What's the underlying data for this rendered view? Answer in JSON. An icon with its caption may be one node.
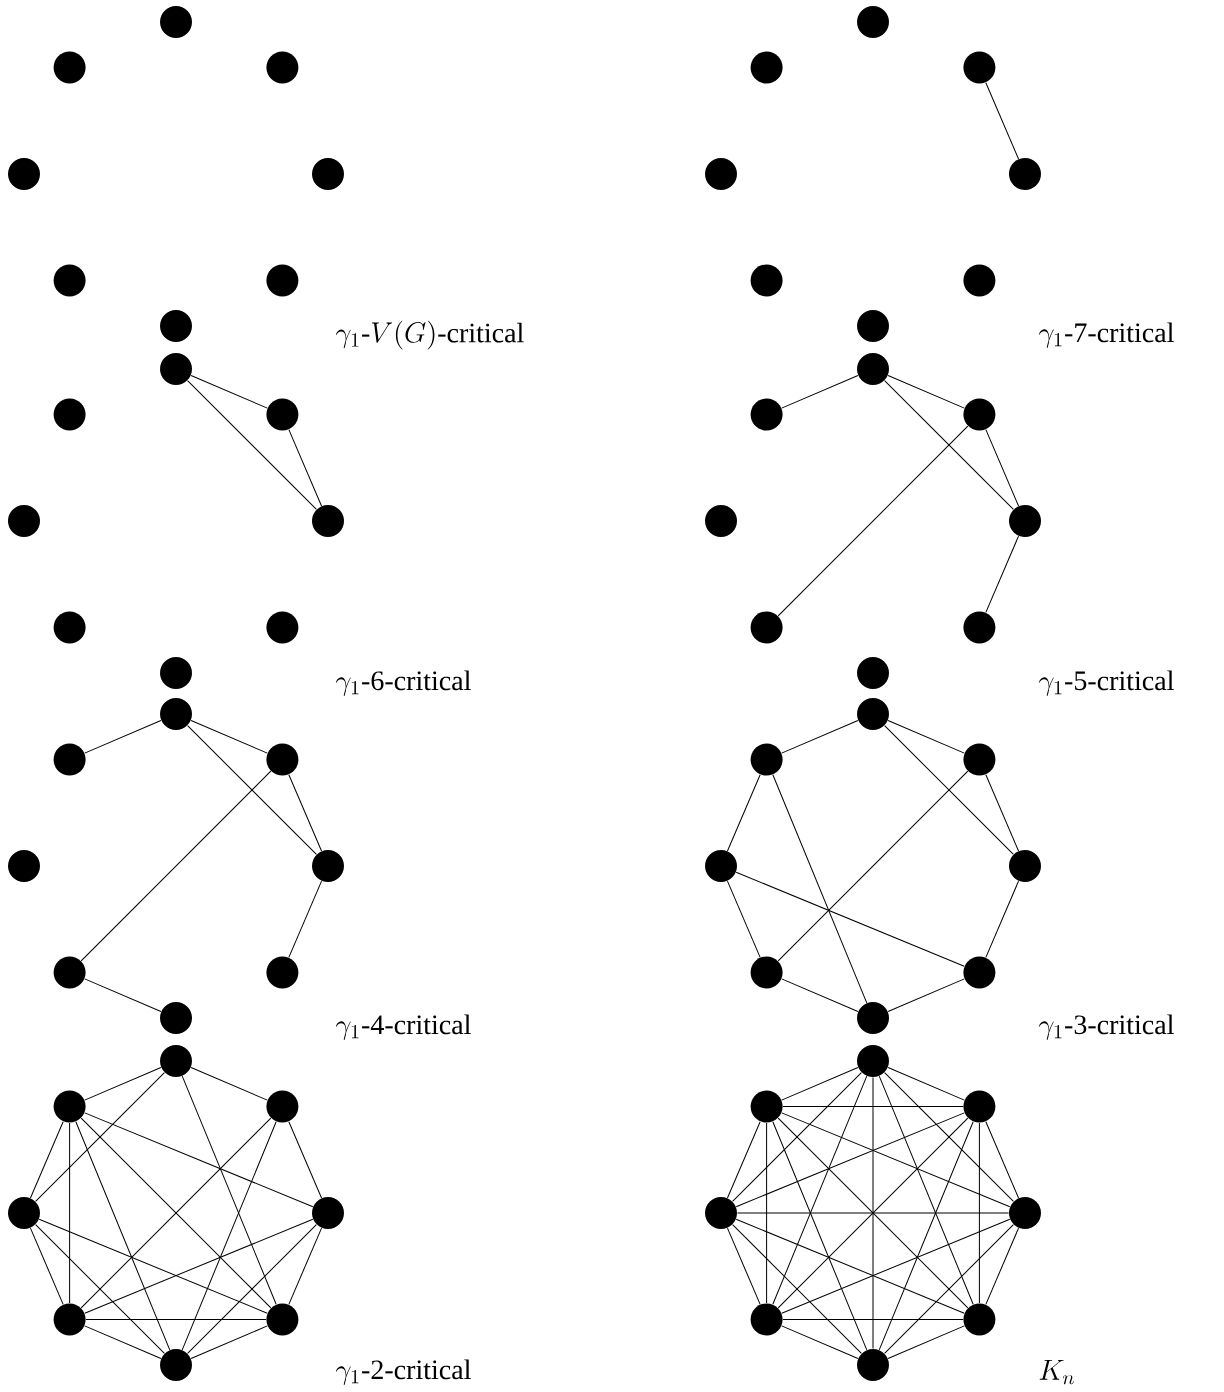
{
  "diagram": {
    "nodes": [
      {
        "text": [],
        "shape": "circle"
      },
      {
        "text": [],
        "shape": "circle"
      },
      {
        "text": [],
        "shape": "circle"
      },
      {
        "text": [],
        "shape": "circle"
      },
      {
        "text": [],
        "shape": "circle"
      },
      {
        "text": [],
        "shape": "circle"
      },
      {
        "text": [],
        "shape": "circle"
      },
      {
        "text": [],
        "shape": "circle"
      },
      {
        "text": [],
        "shape": "circle"
      },
      {
        "text": [],
        "shape": "circle"
      },
      {
        "text": [],
        "shape": "circle"
      },
      {
        "text": [],
        "shape": "circle"
      },
      {
        "text": [],
        "shape": "circle"
      },
      {
        "text": [],
        "shape": "circle"
      },
      {
        "text": [],
        "shape": "circle"
      },
      {
        "text": [],
        "shape": "circle"
      },
      {
        "text": [],
        "shape": "circle"
      },
      {
        "text": [],
        "shape": "circle"
      },
      {
        "text": [],
        "shape": "circle"
      },
      {
        "text": [],
        "shape": "circle"
      },
      {
        "text": [],
        "shape": "circle"
      },
      {
        "text": [],
        "shape": "circle"
      },
      {
        "text": [],
        "shape": "circle"
      },
      {
        "text": [],
        "shape": "circle"
      },
      {
        "text": [],
        "shape": "circle"
      },
      {
        "text": [],
        "shape": "circle"
      },
      {
        "text": [],
        "shape": "circle"
      },
      {
        "text": [],
        "shape": "circle"
      },
      {
        "text": [],
        "shape": "circle"
      },
      {
        "text": [],
        "shape": "circle"
      },
      {
        "text": [],
        "shape": "circle"
      },
      {
        "text": [],
        "shape": "circle"
      },
      {
        "text": [],
        "shape": "circle"
      },
      {
        "text": [],
        "shape": "circle"
      },
      {
        "text": [],
        "shape": "circle"
      },
      {
        "text": [],
        "shape": "circle"
      },
      {
        "text": [],
        "shape": "circle"
      },
      {
        "text": [],
        "shape": "circle"
      },
      {
        "text": [],
        "shape": "circle"
      },
      {
        "text": [],
        "shape": "circle"
      },
      {
        "text": [],
        "shape": "circle"
      },
      {
        "text": [],
        "shape": "circle"
      },
      {
        "text": [],
        "shape": "circle"
      },
      {
        "text": [],
        "shape": "circle"
      },
      {
        "text": [],
        "shape": "circle"
      },
      {
        "text": [],
        "shape": "circle"
      },
      {
        "text": [],
        "shape": "circle"
      },
      {
        "text": [],
        "shape": "circle"
      },
      {
        "text": [],
        "shape": "circle"
      },
      {
        "text": [],
        "shape": "circle"
      },
      {
        "text": [],
        "shape": "circle"
      },
      {
        "text": [],
        "shape": "circle"
      },
      {
        "text": [],
        "shape": "circle"
      },
      {
        "text": [],
        "shape": "circle"
      },
      {
        "text": [],
        "shape": "circle"
      },
      {
        "text": [],
        "shape": "circle"
      },
      {
        "text": [],
        "shape": "circle"
      },
      {
        "text": [],
        "shape": "circle"
      },
      {
        "text": [],
        "shape": "circle"
      },
      {
        "text": [],
        "shape": "circle"
      },
      {
        "text": [],
        "shape": "circle"
      },
      {
        "text": [],
        "shape": "circle"
      },
      {
        "text": [],
        "shape": "circle"
      },
      {
        "text": [],
        "shape": "circle"
      }
    ],
    "edges": [
      {
        "from": 10,
        "to": 12,
        "arrow": "none"
      },
      {
        "from": 16,
        "to": 18,
        "arrow": "none"
      },
      {
        "from": 16,
        "to": 20,
        "arrow": "none"
      },
      {
        "from": 18,
        "to": 20,
        "arrow": "none"
      },
      {
        "from": 24,
        "to": 25,
        "arrow": "none"
      },
      {
        "from": 24,
        "to": 26,
        "arrow": "none"
      },
      {
        "from": 24,
        "to": 28,
        "arrow": "none"
      },
      {
        "from": 26,
        "to": 28,
        "arrow": "none"
      },
      {
        "from": 26,
        "to": 29,
        "arrow": "none"
      },
      {
        "from": 28,
        "to": 30,
        "arrow": "none"
      },
      {
        "from": 32,
        "to": 33,
        "arrow": "none"
      },
      {
        "from": 32,
        "to": 34,
        "arrow": "none"
      },
      {
        "from": 32,
        "to": 36,
        "arrow": "none"
      },
      {
        "from": 34,
        "to": 36,
        "arrow": "none"
      },
      {
        "from": 34,
        "to": 37,
        "arrow": "none"
      },
      {
        "from": 36,
        "to": 38,
        "arrow": "none"
      },
      {
        "from": 37,
        "to": 39,
        "arrow": "none"
      },
      {
        "from": 40,
        "to": 41,
        "arrow": "none"
      },
      {
        "from": 40,
        "to": 42,
        "arrow": "none"
      },
      {
        "from": 40,
        "to": 44,
        "arrow": "none"
      },
      {
        "from": 41,
        "to": 43,
        "arrow": "none"
      },
      {
        "from": 41,
        "to": 47,
        "arrow": "none"
      },
      {
        "from": 42,
        "to": 44,
        "arrow": "none"
      },
      {
        "from": 42,
        "to": 45,
        "arrow": "none"
      },
      {
        "from": 43,
        "to": 45,
        "arrow": "none"
      },
      {
        "from": 43,
        "to": 46,
        "arrow": "none"
      },
      {
        "from": 44,
        "to": 46,
        "arrow": "none"
      },
      {
        "from": 45,
        "to": 47,
        "arrow": "none"
      },
      {
        "from": 46,
        "to": 47,
        "arrow": "none"
      },
      {
        "from": 48,
        "to": 49,
        "arrow": "none"
      },
      {
        "from": 48,
        "to": 50,
        "arrow": "none"
      },
      {
        "from": 48,
        "to": 51,
        "arrow": "none"
      },
      {
        "from": 48,
        "to": 54,
        "arrow": "none"
      },
      {
        "from": 49,
        "to": 51,
        "arrow": "none"
      },
      {
        "from": 49,
        "to": 53,
        "arrow": "none"
      },
      {
        "from": 49,
        "to": 52,
        "arrow": "none"
      },
      {
        "from": 49,
        "to": 54,
        "arrow": "none"
      },
      {
        "from": 49,
        "to": 55,
        "arrow": "none"
      },
      {
        "from": 50,
        "to": 52,
        "arrow": "none"
      },
      {
        "from": 50,
        "to": 53,
        "arrow": "none"
      },
      {
        "from": 50,
        "to": 55,
        "arrow": "none"
      },
      {
        "from": 51,
        "to": 53,
        "arrow": "none"
      },
      {
        "from": 51,
        "to": 54,
        "arrow": "none"
      },
      {
        "from": 51,
        "to": 55,
        "arrow": "none"
      },
      {
        "from": 52,
        "to": 54,
        "arrow": "none"
      },
      {
        "from": 52,
        "to": 53,
        "arrow": "none"
      },
      {
        "from": 52,
        "to": 55,
        "arrow": "none"
      },
      {
        "from": 53,
        "to": 54,
        "arrow": "none"
      },
      {
        "from": 53,
        "to": 55,
        "arrow": "none"
      },
      {
        "from": 54,
        "to": 55,
        "arrow": "none"
      },
      {
        "from": 56,
        "to": 57,
        "arrow": "none"
      },
      {
        "from": 56,
        "to": 58,
        "arrow": "none"
      },
      {
        "from": 56,
        "to": 59,
        "arrow": "none"
      },
      {
        "from": 56,
        "to": 60,
        "arrow": "none"
      },
      {
        "from": 56,
        "to": 61,
        "arrow": "none"
      },
      {
        "from": 56,
        "to": 62,
        "arrow": "none"
      },
      {
        "from": 56,
        "to": 63,
        "arrow": "none"
      },
      {
        "from": 57,
        "to": 58,
        "arrow": "none"
      },
      {
        "from": 57,
        "to": 59,
        "arrow": "none"
      },
      {
        "from": 57,
        "to": 60,
        "arrow": "none"
      },
      {
        "from": 57,
        "to": 61,
        "arrow": "none"
      },
      {
        "from": 57,
        "to": 62,
        "arrow": "none"
      },
      {
        "from": 57,
        "to": 63,
        "arrow": "none"
      },
      {
        "from": 58,
        "to": 59,
        "arrow": "none"
      },
      {
        "from": 58,
        "to": 60,
        "arrow": "none"
      },
      {
        "from": 58,
        "to": 61,
        "arrow": "none"
      },
      {
        "from": 58,
        "to": 62,
        "arrow": "none"
      },
      {
        "from": 58,
        "to": 63,
        "arrow": "none"
      },
      {
        "from": 59,
        "to": 60,
        "arrow": "none"
      },
      {
        "from": 59,
        "to": 61,
        "arrow": "none"
      },
      {
        "from": 59,
        "to": 62,
        "arrow": "none"
      },
      {
        "from": 59,
        "to": 63,
        "arrow": "none"
      },
      {
        "from": 60,
        "to": 61,
        "arrow": "none"
      },
      {
        "from": 60,
        "to": 62,
        "arrow": "none"
      },
      {
        "from": 60,
        "to": 63,
        "arrow": "none"
      },
      {
        "from": 61,
        "to": 62,
        "arrow": "none"
      },
      {
        "from": 61,
        "to": 63,
        "arrow": "none"
      },
      {
        "from": 62,
        "to": 63,
        "arrow": "none"
      }
    ],
    "labels": [
      "\\gamma_1\\mbox{-}V(G)\\mbox{-critical}",
      "\\gamma_1\\mbox{-7-critical}",
      "\\gamma_1\\mbox{-6-critical}",
      "\\gamma_1\\mbox{-5-critical}",
      "\\gamma_1\\mbox{-4-critical}",
      "\\gamma_1\\mbox{-3-critical}",
      "\\gamma_1\\mbox{-2-critical}",
      "K_n"
    ]
  }
}
